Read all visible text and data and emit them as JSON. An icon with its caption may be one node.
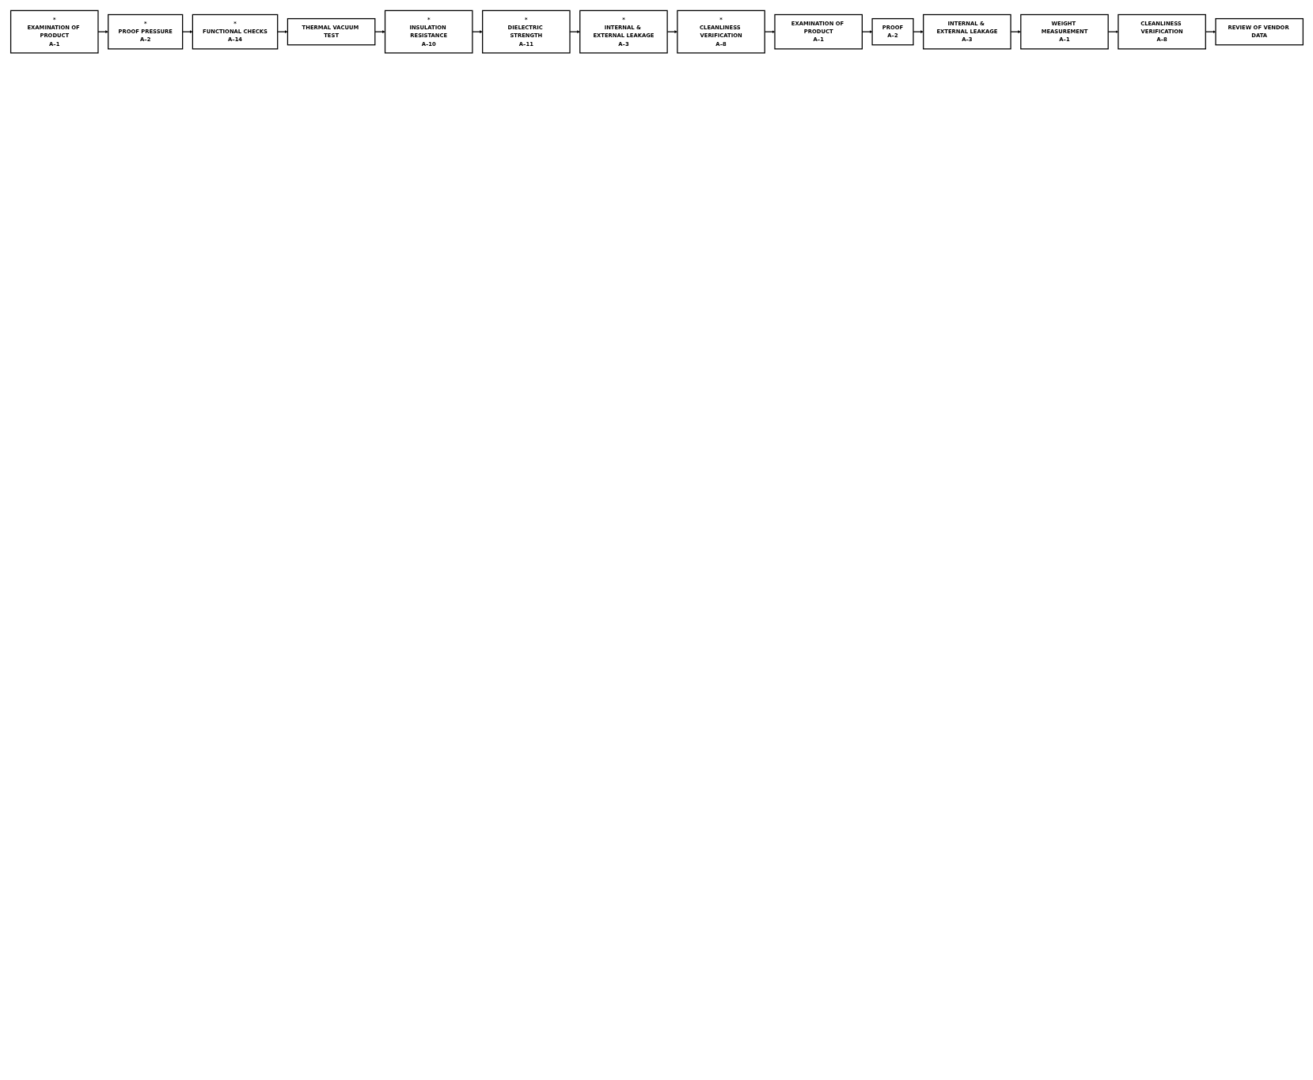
{
  "diagram": {
    "nodes": [
      {
        "text": [
          "*",
          "EXAMINATION OF PRODUCT",
          "A–1"
        ]
      },
      {
        "text": [
          "*",
          "PROOF PRESSURE",
          "A–2"
        ]
      },
      {
        "text": [
          "*",
          "FUNCTIONAL CHECKS",
          "A–14"
        ]
      },
      {
        "text": [
          "THERMAL VACUUM TEST"
        ]
      },
      {
        "text": [
          "*",
          "INSULATION RESISTANCE",
          "A–10"
        ]
      },
      {
        "text": [
          "*",
          "DIELECTRIC STRENGTH",
          "A–11"
        ]
      },
      {
        "text": [
          "*",
          "INTERNAL & EXTERNAL LEAKAGE",
          "A–3"
        ]
      },
      {
        "text": [
          "*",
          "CLEANLINESS VERIFICATION",
          "A–8"
        ]
      },
      {
        "text": [
          "EXAMINATION OF PRODUCT",
          "A–1"
        ]
      },
      {
        "text": [
          "PROOF",
          "A–2"
        ]
      },
      {
        "text": [
          "INTERNAL & EXTERNAL LEAKAGE",
          "A–3"
        ]
      },
      {
        "text": [
          "WEIGHT MEASUREMENT",
          "A–1"
        ]
      },
      {
        "text": [
          "CLEANLINESS VERIFICATION",
          "A–8"
        ]
      },
      {
        "text": [
          "REVIEW OF VENDOR DATA"
        ]
      }
    ],
    "edges": [
      {
        "from": 0,
        "to": 1,
        "arrow": "to"
      },
      {
        "from": 1,
        "to": 2,
        "arrow": "to"
      },
      {
        "from": 2,
        "to": 3,
        "arrow": "to"
      },
      {
        "from": 3,
        "to": 4,
        "arrow": "to"
      },
      {
        "from": 4,
        "to": 5,
        "arrow": "to"
      },
      {
        "from": 5,
        "to": 6,
        "arrow": "to"
      },
      {
        "from": 6,
        "to": 7,
        "arrow": "to"
      },
      {
        "from": 7,
        "to": 8,
        "arrow": "to"
      },
      {
        "from": 8,
        "to": 9,
        "arrow": "to"
      },
      {
        "from": 9,
        "to": 10,
        "arrow": "to"
      },
      {
        "from": 10,
        "to": 11,
        "arrow": "to"
      },
      {
        "from": 11,
        "to": 12,
        "arrow": "to"
      },
      {
        "from": 12,
        "to": 13,
        "arrow": "to"
      }
    ]
  }
}
